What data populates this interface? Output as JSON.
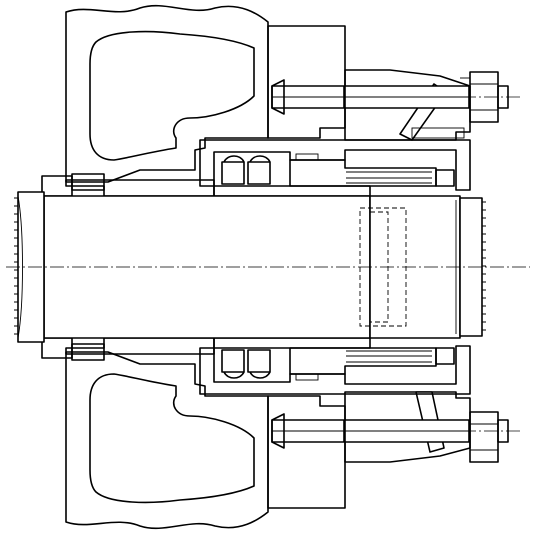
{
  "drawing": {
    "kind": "mechanical cross-section",
    "colors": {
      "line": "#000000",
      "background": "#ffffff"
    },
    "hatch_styles": [
      "diagonal-45",
      "diagonal-135",
      "cross-hatch-seal"
    ]
  }
}
